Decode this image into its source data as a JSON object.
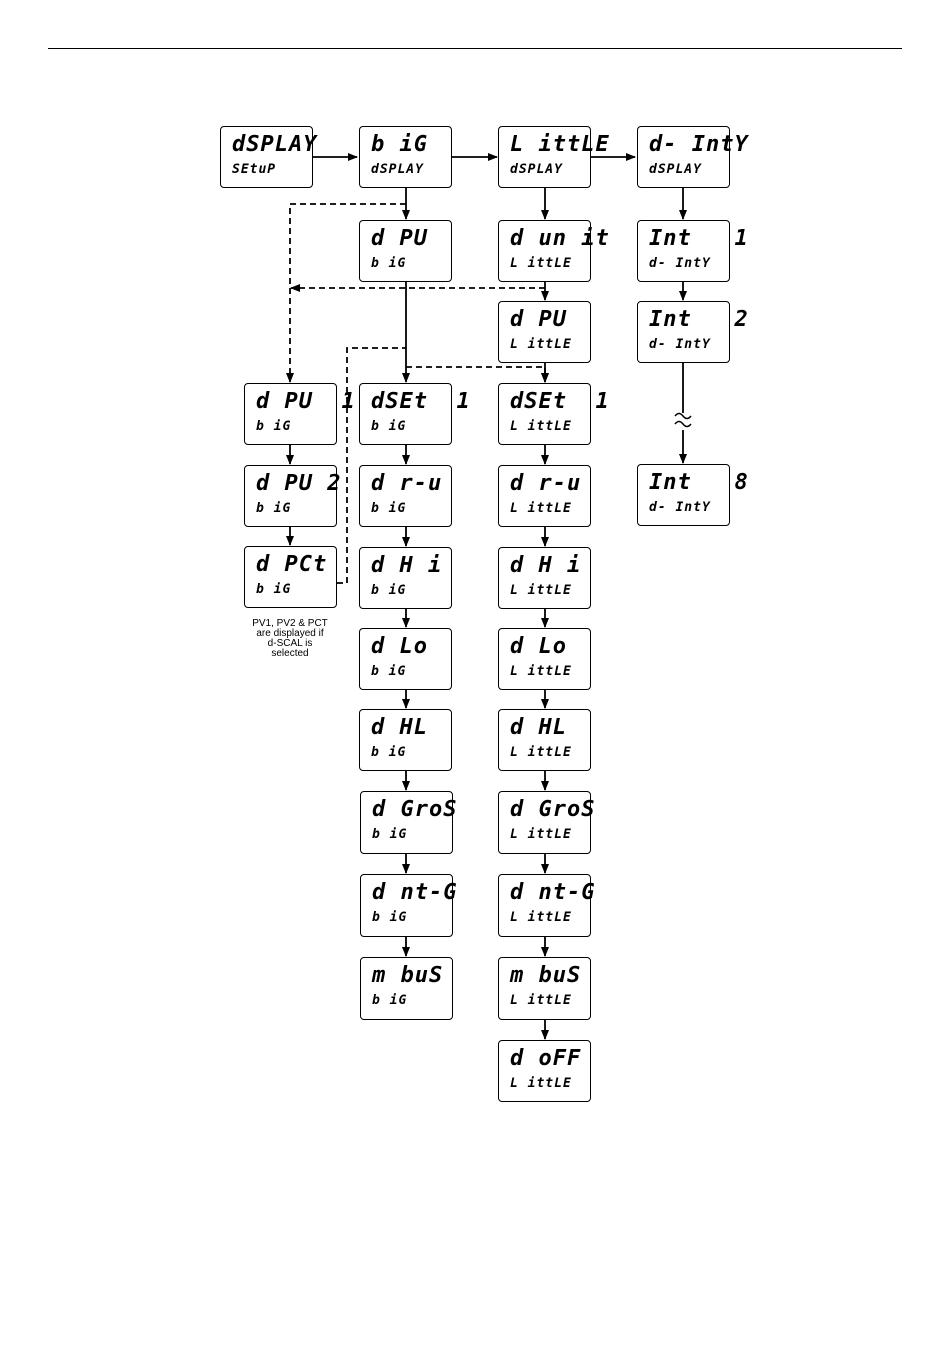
{
  "menu": {
    "display_setup": {
      "top": "dSPLAY",
      "bottom": "SEtuP"
    },
    "big_display": {
      "top": "b iG",
      "bottom": "dSPLAY"
    },
    "little_display": {
      "top": "L ittLE",
      "bottom": "dSPLAY"
    },
    "intensity_display": {
      "top": "d- IntY",
      "bottom": "dSPLAY"
    },
    "big": {
      "d_pv": {
        "top": "d PU",
        "bottom": "b iG"
      },
      "d_pv1": {
        "top": "d PU  1",
        "bottom": "b iG"
      },
      "d_pv2": {
        "top": "d PU 2",
        "bottom": "b iG"
      },
      "d_pct": {
        "top": "d PCt",
        "bottom": "b iG"
      },
      "d_set1": {
        "top": "dSEt  1",
        "bottom": "b iG"
      },
      "d_r_u": {
        "top": "d r-u",
        "bottom": "b iG"
      },
      "d_hi": {
        "top": "d H i",
        "bottom": "b iG"
      },
      "d_lo": {
        "top": "d Lo",
        "bottom": "b iG"
      },
      "d_hl": {
        "top": "d HL",
        "bottom": "b iG"
      },
      "d_gros": {
        "top": "d GroS",
        "bottom": "b iG"
      },
      "d_nt_g": {
        "top": "d nt-G",
        "bottom": "b iG"
      },
      "m_bus": {
        "top": "m buS",
        "bottom": "b iG"
      }
    },
    "little": {
      "d_unit": {
        "top": "d un it",
        "bottom": "L ittLE"
      },
      "d_pv": {
        "top": "d PU",
        "bottom": "L ittLE"
      },
      "d_set1": {
        "top": "dSEt  1",
        "bottom": "L ittLE"
      },
      "d_r_u": {
        "top": "d r-u",
        "bottom": "L ittLE"
      },
      "d_hi": {
        "top": "d H i",
        "bottom": "L ittLE"
      },
      "d_lo": {
        "top": "d Lo",
        "bottom": "L ittLE"
      },
      "d_hl": {
        "top": "d HL",
        "bottom": "L ittLE"
      },
      "d_gros": {
        "top": "d GroS",
        "bottom": "L ittLE"
      },
      "d_nt_g": {
        "top": "d nt-G",
        "bottom": "L ittLE"
      },
      "m_bus": {
        "top": "m buS",
        "bottom": "L ittLE"
      },
      "d_off": {
        "top": "d oFF",
        "bottom": "L ittLE"
      }
    },
    "intensity": {
      "int1": {
        "top": "Int   1",
        "bottom": "d- IntY"
      },
      "int2": {
        "top": "Int   2",
        "bottom": "d- IntY"
      },
      "int8": {
        "top": "Int   8",
        "bottom": "d- IntY"
      }
    }
  },
  "footnote": {
    "line1": "PV1, PV2 & PCT",
    "line2": "are displayed if",
    "line3": "d-SCAL is",
    "line4": "selected"
  }
}
